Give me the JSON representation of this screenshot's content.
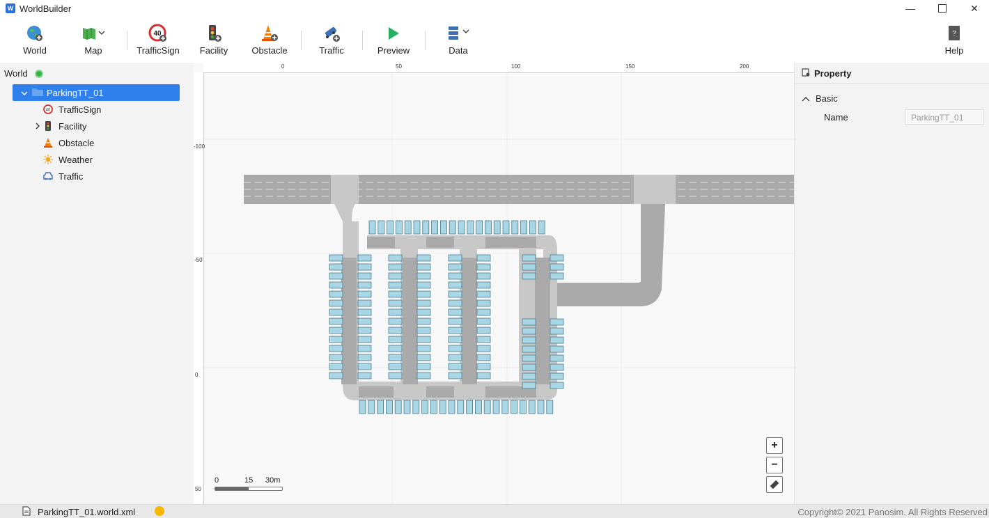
{
  "app": {
    "title": "WorldBuilder"
  },
  "toolbar": {
    "world": "World",
    "map": "Map",
    "traffic_sign": "TrafficSign",
    "sign_number": "40",
    "facility": "Facility",
    "obstacle": "Obstacle",
    "traffic": "Traffic",
    "preview": "Preview",
    "data": "Data",
    "help": "Help"
  },
  "tree": {
    "root": "World",
    "selected": "ParkingTT_01",
    "items": [
      "TrafficSign",
      "Facility",
      "Obstacle",
      "Weather",
      "Traffic"
    ]
  },
  "ruler": {
    "top": [
      "0",
      "50",
      "100",
      "150",
      "200"
    ],
    "left": [
      "-100",
      "-50",
      "0",
      "50"
    ]
  },
  "scale": {
    "labels": [
      "0",
      "15",
      "30m"
    ]
  },
  "property": {
    "title": "Property",
    "section": "Basic",
    "name_label": "Name",
    "name_value": "ParkingTT_01"
  },
  "status": {
    "file": "ParkingTT_01.world.xml",
    "copyright": "Copyright© 2021 Panosim. All Rights Reserved"
  },
  "colors": {
    "accent": "#2f80ed",
    "road": "#aaaaaa",
    "road_light": "#c8c8c8",
    "parking_spot": "#a9d6e5",
    "preview_green": "#27ae60"
  }
}
